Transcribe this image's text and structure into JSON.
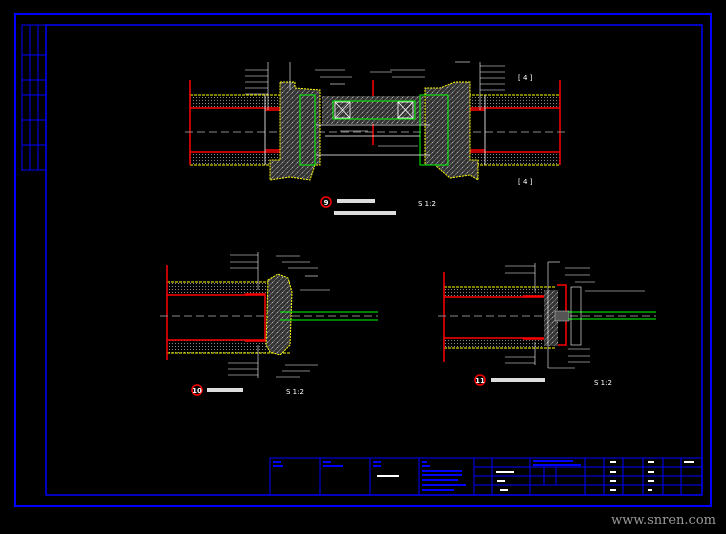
{
  "details": [
    {
      "number": "9",
      "scale": "S 1:2"
    },
    {
      "number": "10",
      "scale": "S 1:2"
    },
    {
      "number": "11",
      "scale": "S 1:2"
    }
  ],
  "colors": {
    "frame": "#0000ff",
    "wall": "#ff0000",
    "glass": "#00ff00",
    "outline": "#ffff00",
    "hatch": "#555555"
  },
  "watermark": "www.snren.com"
}
